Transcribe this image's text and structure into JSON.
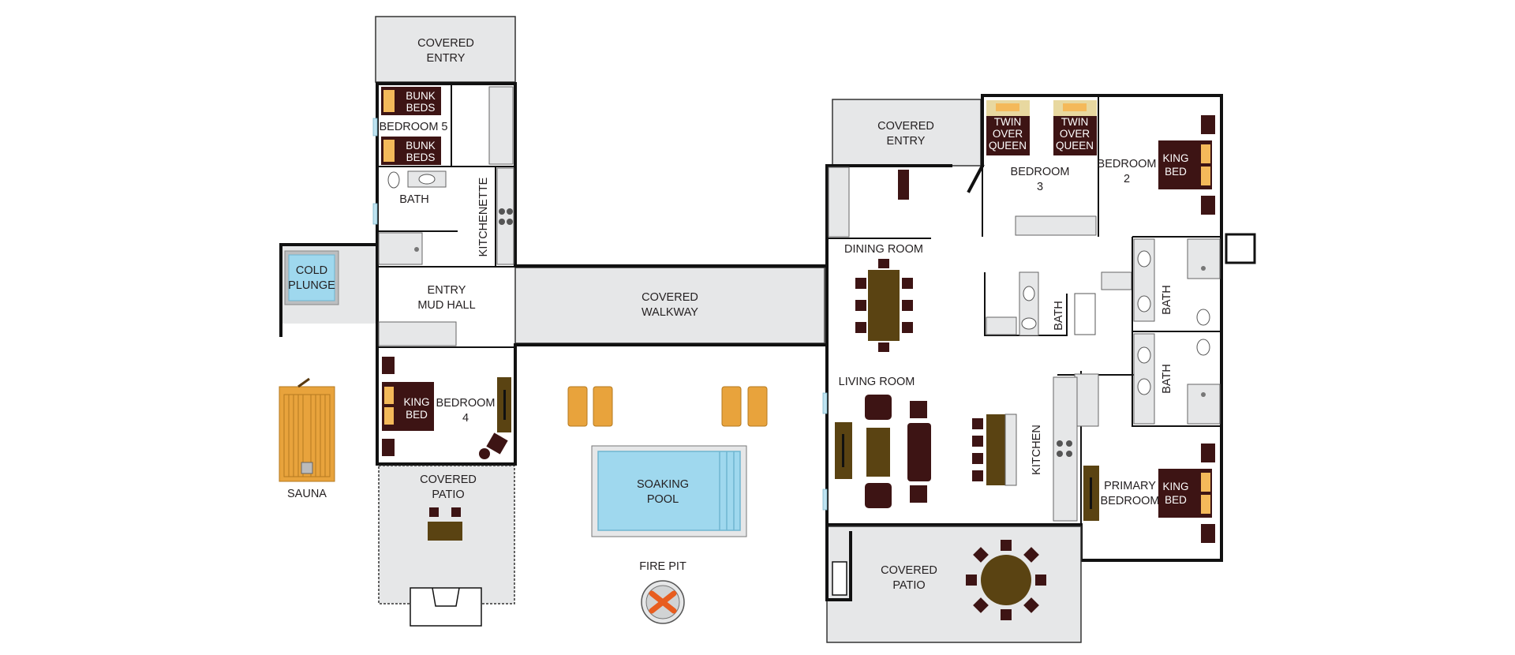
{
  "labels": {
    "covered_entry_left": [
      "COVERED",
      "ENTRY"
    ],
    "bunk_beds_1": [
      "BUNK",
      "BEDS"
    ],
    "bedroom_5": "BEDROOM 5",
    "bunk_beds_2": [
      "BUNK",
      "BEDS"
    ],
    "bath_left": "BATH",
    "kitchenette": "KITCHENETTE",
    "cold_plunge": [
      "COLD",
      "PLUNGE"
    ],
    "entry_mud_hall": [
      "ENTRY",
      "MUD HALL"
    ],
    "king_bed_4": [
      "KING",
      "BED"
    ],
    "bedroom_4": [
      "BEDROOM",
      "4"
    ],
    "sauna": "SAUNA",
    "covered_patio_left": [
      "COVERED",
      "PATIO"
    ],
    "covered_walkway": [
      "COVERED",
      "WALKWAY"
    ],
    "soaking_pool": [
      "SOAKING",
      "POOL"
    ],
    "fire_pit": "FIRE PIT",
    "covered_entry_right": [
      "COVERED",
      "ENTRY"
    ],
    "twin_over_queen_1": [
      "TWIN",
      "OVER",
      "QUEEN"
    ],
    "twin_over_queen_2": [
      "TWIN",
      "OVER",
      "QUEEN"
    ],
    "bedroom_3": [
      "BEDROOM",
      "3"
    ],
    "bedroom_2": [
      "BEDROOM",
      "2"
    ],
    "king_bed_2": [
      "KING",
      "BED"
    ],
    "dining_room": "DINING ROOM",
    "bath_center": "BATH",
    "bath_right_top": "BATH",
    "bath_right_bottom": "BATH",
    "living_room": "LIVING ROOM",
    "kitchen": "KITCHEN",
    "primary_bedroom": [
      "PRIMARY",
      "BEDROOM"
    ],
    "king_bed_primary": [
      "KING",
      "BED"
    ],
    "covered_patio_right": [
      "COVERED",
      "PATIO"
    ]
  },
  "colors": {
    "wall": "#111111",
    "covered_area": "#e6e7e8",
    "furniture_dark": "#3d1414",
    "wood": "#5a4312",
    "pillow": "#f4b95a",
    "water": "#9fd8ee",
    "sauna": "#e8a33c",
    "fire": "#e85d1f"
  }
}
